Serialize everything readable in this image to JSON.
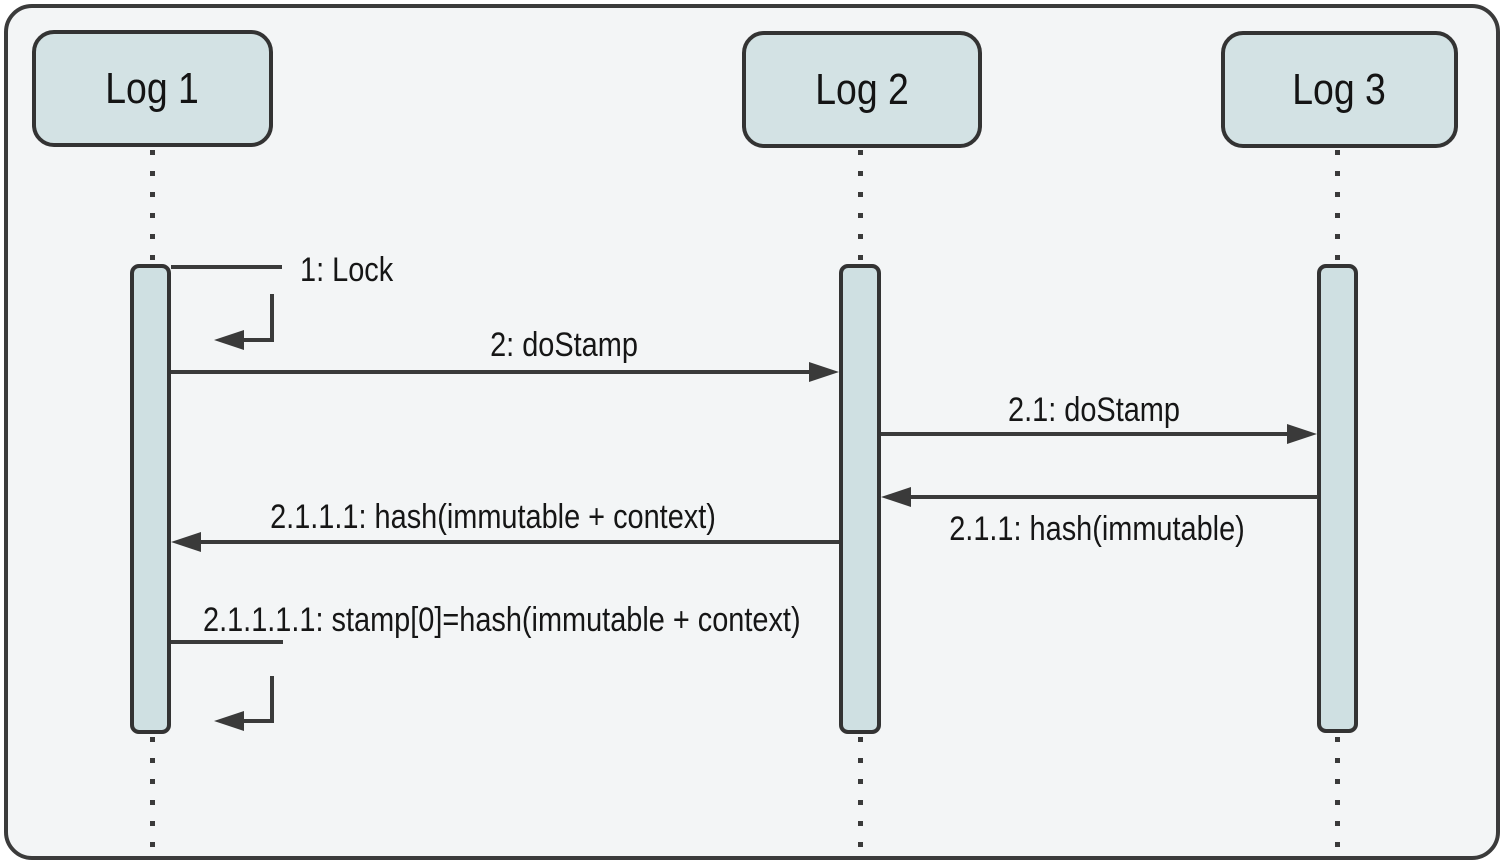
{
  "diagram": {
    "type": "uml-sequence-diagram",
    "actors": [
      {
        "label": "Log 1"
      },
      {
        "label": "Log 2"
      },
      {
        "label": "Log 3"
      }
    ],
    "messages": [
      {
        "label": "1: Lock",
        "from": "Log 1",
        "to": "Log 1",
        "kind": "self"
      },
      {
        "label": "2: doStamp",
        "from": "Log 1",
        "to": "Log 2",
        "kind": "call"
      },
      {
        "label": "2.1: doStamp",
        "from": "Log 2",
        "to": "Log 3",
        "kind": "call"
      },
      {
        "label": "2.1.1: hash(immutable)",
        "from": "Log 3",
        "to": "Log 2",
        "kind": "return"
      },
      {
        "label": "2.1.1.1: hash(immutable + context)",
        "from": "Log 2",
        "to": "Log 1",
        "kind": "return"
      },
      {
        "label": "2.1.1.1.1: stamp[0]=hash(immutable + context)",
        "from": "Log 1",
        "to": "Log 1",
        "kind": "self"
      }
    ],
    "colors": {
      "actor_fill": "#d3e2e4",
      "activation_fill": "#cfe0e2",
      "line": "#3a3a3a",
      "frame_background": "#f3f5f6",
      "text": "#161616"
    }
  }
}
